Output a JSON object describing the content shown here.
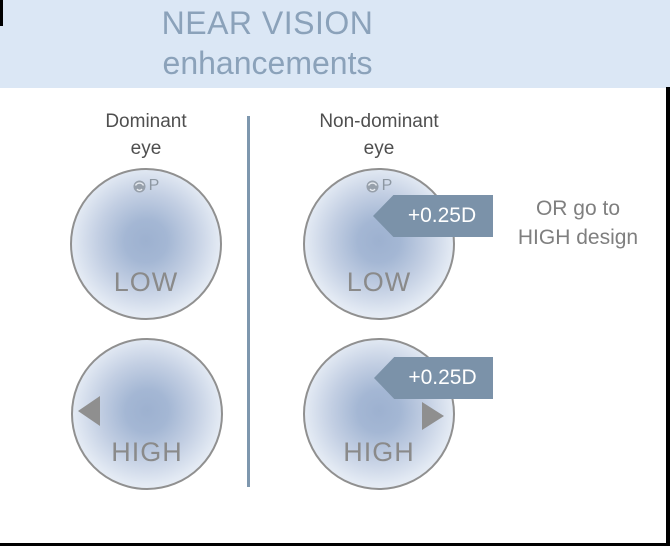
{
  "header": {
    "line1": "NEAR VISION",
    "line2": "enhancements"
  },
  "columns": {
    "dominant": {
      "line1": "Dominant",
      "line2": "eye"
    },
    "non_dominant": {
      "line1": "Non-dominant",
      "line2": "eye"
    }
  },
  "lenses": {
    "dominant_low": {
      "label": "LOW",
      "marking": "P"
    },
    "dominant_high": {
      "label": "HIGH"
    },
    "non_dominant_low": {
      "label": "LOW",
      "marking": "P",
      "badge": "+0.25D"
    },
    "non_dominant_high": {
      "label": "HIGH",
      "badge": "+0.25D"
    }
  },
  "side_note": {
    "line1": "OR go to",
    "line2": "HIGH design"
  },
  "colors": {
    "header_bg": "#dbe7f5",
    "header_text": "#8ba2ba",
    "badge_bg": "#7b92a9",
    "divider": "#7e97ae",
    "lens_center": "#9db1d0",
    "design_label_text": "#8a8a8a",
    "arrow_gray": "#8f8f8f"
  }
}
